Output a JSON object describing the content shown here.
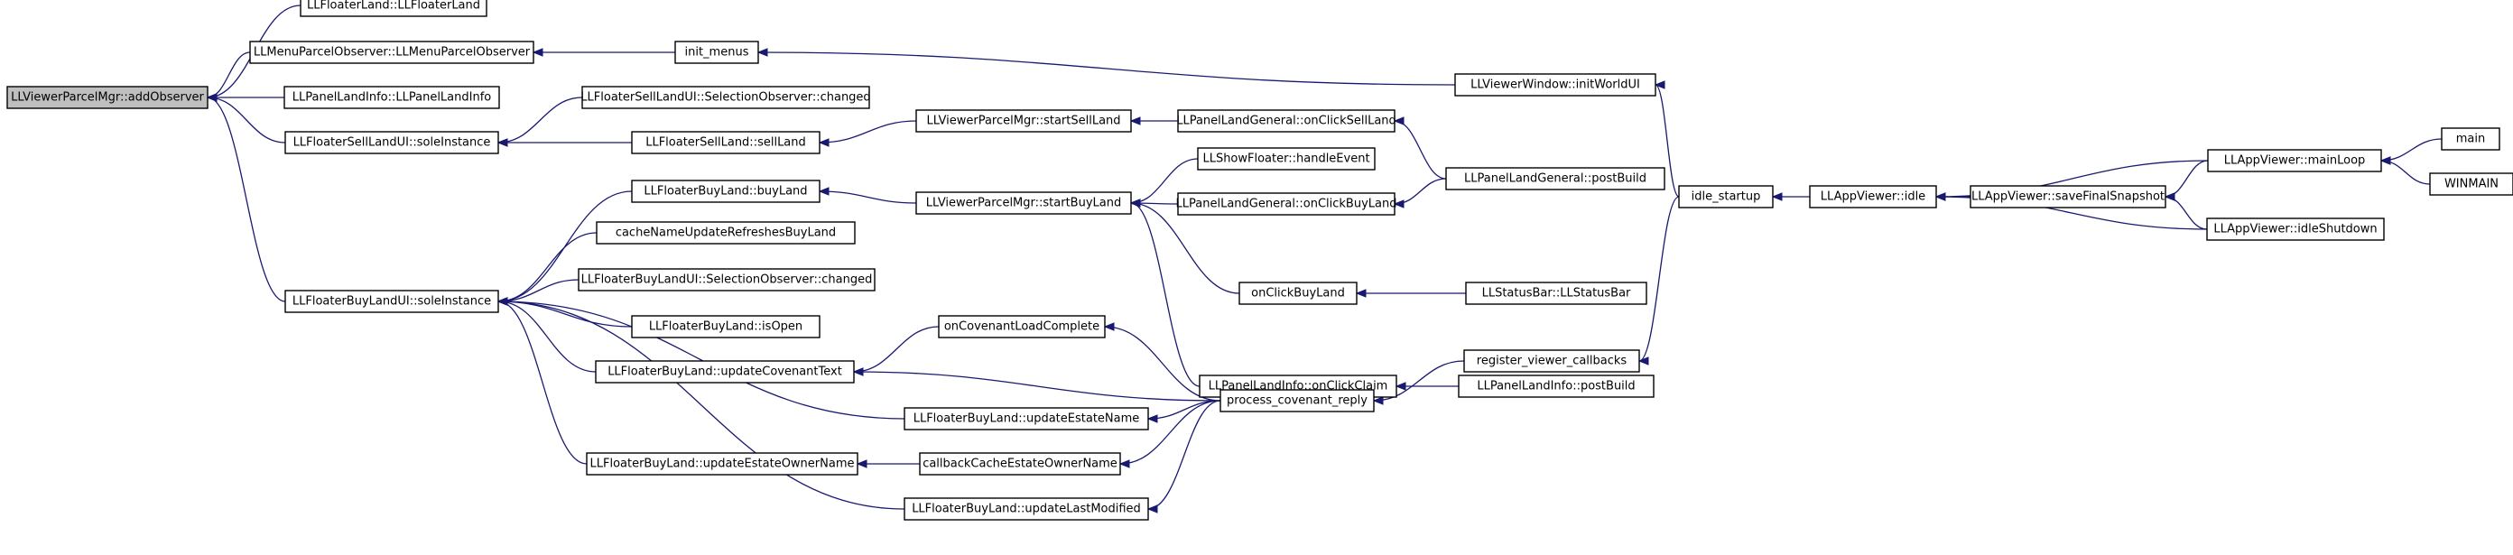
{
  "graph": {
    "nodes": [
      {
        "id": "root",
        "label": "LLViewerParcelMgr::addObserver",
        "highlight": true
      },
      {
        "id": "n1",
        "label": "LLFloaterLand::LLFloaterLand"
      },
      {
        "id": "n2",
        "label": "LLMenuParcelObserver::LLMenuParcelObserver"
      },
      {
        "id": "n3",
        "label": "LLPanelLandInfo::LLPanelLandInfo"
      },
      {
        "id": "n4",
        "label": "LLFloaterSellLandUI::soleInstance"
      },
      {
        "id": "n5",
        "label": "LLFloaterBuyLandUI::soleInstance"
      },
      {
        "id": "n6",
        "label": "init_menus"
      },
      {
        "id": "n7",
        "label": "LLViewerWindow::initWorldUI"
      },
      {
        "id": "n8",
        "label": "LLFloaterSellLandUI::SelectionObserver::changed"
      },
      {
        "id": "n9",
        "label": "LLFloaterSellLand::sellLand"
      },
      {
        "id": "n10",
        "label": "LLViewerParcelMgr::startSellLand"
      },
      {
        "id": "n11",
        "label": "LLPanelLandGeneral::onClickSellLand"
      },
      {
        "id": "n12",
        "label": "LLPanelLandGeneral::postBuild"
      },
      {
        "id": "n13",
        "label": "LLFloaterBuyLand::buyLand"
      },
      {
        "id": "n14",
        "label": "cacheNameUpdateRefreshesBuyLand"
      },
      {
        "id": "n15",
        "label": "LLFloaterBuyLandUI::SelectionObserver::changed"
      },
      {
        "id": "n16",
        "label": "LLFloaterBuyLand::isOpen"
      },
      {
        "id": "n17",
        "label": "LLFloaterBuyLand::updateCovenantText"
      },
      {
        "id": "n18",
        "label": "LLFloaterBuyLand::updateEstateName"
      },
      {
        "id": "n19",
        "label": "LLFloaterBuyLand::updateEstateOwnerName"
      },
      {
        "id": "n20",
        "label": "LLFloaterBuyLand::updateLastModified"
      },
      {
        "id": "n21",
        "label": "LLViewerParcelMgr::startBuyLand"
      },
      {
        "id": "n22",
        "label": "LLShowFloater::handleEvent"
      },
      {
        "id": "n23",
        "label": "LLPanelLandGeneral::onClickBuyLand"
      },
      {
        "id": "n24",
        "label": "onClickBuyLand"
      },
      {
        "id": "n25",
        "label": "LLPanelLandInfo::onClickClaim"
      },
      {
        "id": "n26",
        "label": "LLStatusBar::LLStatusBar"
      },
      {
        "id": "n27",
        "label": "LLPanelLandInfo::postBuild"
      },
      {
        "id": "n28",
        "label": "onCovenantLoadComplete"
      },
      {
        "id": "n29",
        "label": "process_covenant_reply"
      },
      {
        "id": "n30",
        "label": "callbackCacheEstateOwnerName"
      },
      {
        "id": "n31",
        "label": "register_viewer_callbacks"
      },
      {
        "id": "n32",
        "label": "idle_startup"
      },
      {
        "id": "n33",
        "label": "LLAppViewer::idle"
      },
      {
        "id": "n34",
        "label": "LLAppViewer::saveFinalSnapshot"
      },
      {
        "id": "n35",
        "label": "LLAppViewer::mainLoop"
      },
      {
        "id": "n36",
        "label": "LLAppViewer::idleShutdown"
      },
      {
        "id": "n37",
        "label": "main"
      },
      {
        "id": "n38",
        "label": "WINMAIN"
      }
    ],
    "edges": [
      {
        "from": "n1",
        "to": "root"
      },
      {
        "from": "n2",
        "to": "root"
      },
      {
        "from": "n3",
        "to": "root"
      },
      {
        "from": "n4",
        "to": "root"
      },
      {
        "from": "n5",
        "to": "root"
      },
      {
        "from": "n6",
        "to": "n2"
      },
      {
        "from": "n7",
        "to": "n6"
      },
      {
        "from": "n8",
        "to": "n4"
      },
      {
        "from": "n9",
        "to": "n4"
      },
      {
        "from": "n10",
        "to": "n9"
      },
      {
        "from": "n11",
        "to": "n10"
      },
      {
        "from": "n12",
        "to": "n11"
      },
      {
        "from": "n13",
        "to": "n5"
      },
      {
        "from": "n14",
        "to": "n5"
      },
      {
        "from": "n15",
        "to": "n5"
      },
      {
        "from": "n16",
        "to": "n5"
      },
      {
        "from": "n17",
        "to": "n5"
      },
      {
        "from": "n18",
        "to": "n5"
      },
      {
        "from": "n19",
        "to": "n5"
      },
      {
        "from": "n20",
        "to": "n5"
      },
      {
        "from": "n21",
        "to": "n13"
      },
      {
        "from": "n22",
        "to": "n21"
      },
      {
        "from": "n23",
        "to": "n21"
      },
      {
        "from": "n24",
        "to": "n21"
      },
      {
        "from": "n25",
        "to": "n21"
      },
      {
        "from": "n12",
        "to": "n23"
      },
      {
        "from": "n26",
        "to": "n24"
      },
      {
        "from": "n27",
        "to": "n25"
      },
      {
        "from": "n28",
        "to": "n17"
      },
      {
        "from": "n29",
        "to": "n28"
      },
      {
        "from": "n29",
        "to": "n17"
      },
      {
        "from": "n29",
        "to": "n18"
      },
      {
        "from": "n30",
        "to": "n19"
      },
      {
        "from": "n29",
        "to": "n30"
      },
      {
        "from": "n29",
        "to": "n20"
      },
      {
        "from": "n31",
        "to": "n29"
      },
      {
        "from": "n32",
        "to": "n7"
      },
      {
        "from": "n32",
        "to": "n31"
      },
      {
        "from": "n33",
        "to": "n32"
      },
      {
        "from": "n34",
        "to": "n33"
      },
      {
        "from": "n35",
        "to": "n33"
      },
      {
        "from": "n36",
        "to": "n33"
      },
      {
        "from": "n35",
        "to": "n34"
      },
      {
        "from": "n36",
        "to": "n34"
      },
      {
        "from": "n37",
        "to": "n35"
      },
      {
        "from": "n38",
        "to": "n35"
      }
    ]
  }
}
